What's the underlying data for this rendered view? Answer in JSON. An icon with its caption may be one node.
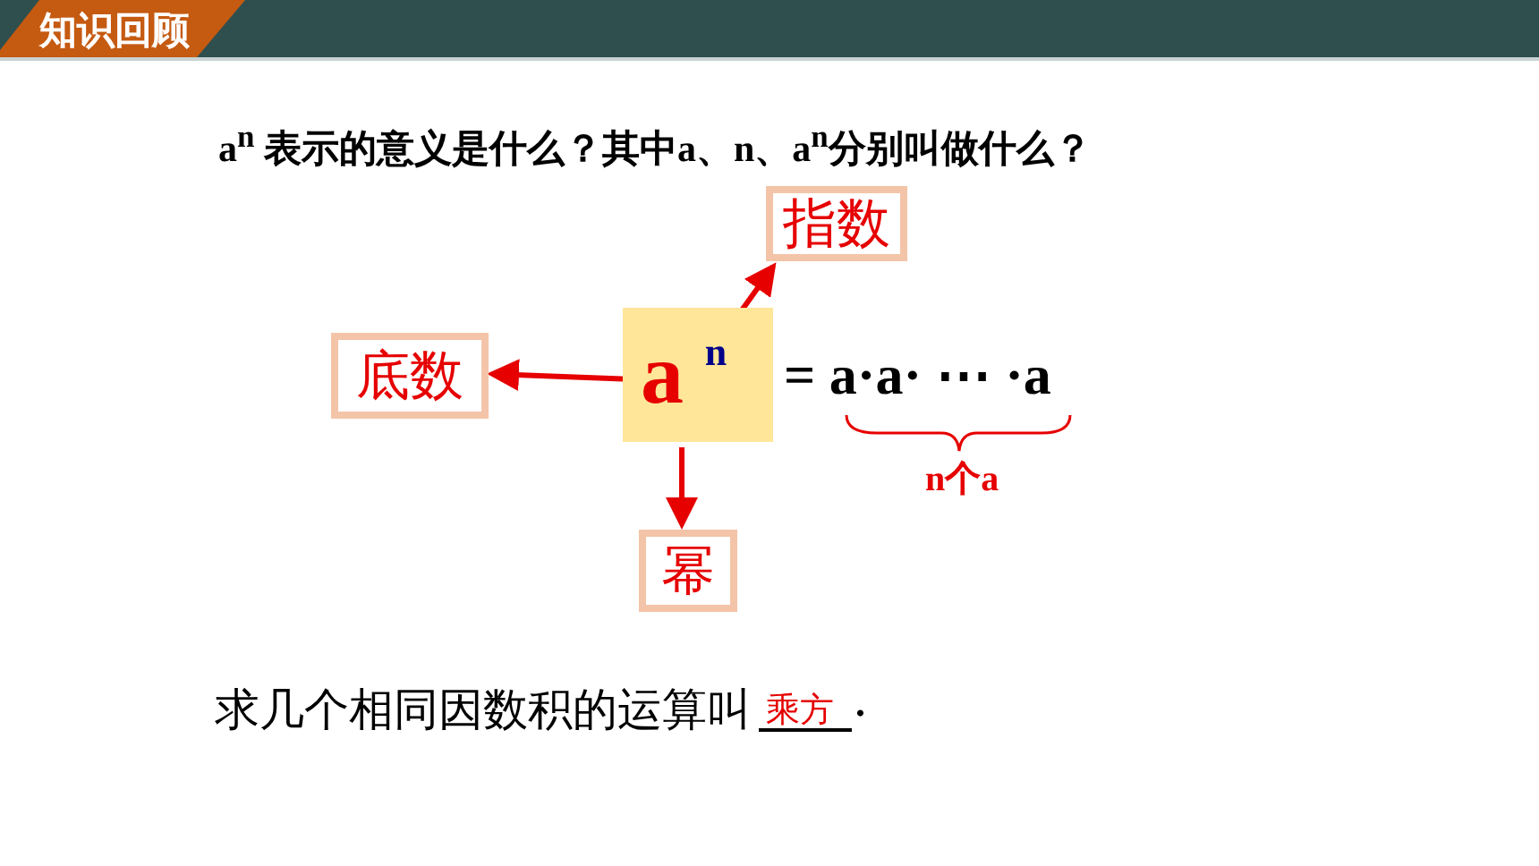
{
  "diagram": {
    "title": "知识回顾",
    "nodes": [
      {
        "text": [],
        "shape": "box"
      },
      {
        "text": [
          "a"
        ],
        "in": 0
      },
      {
        "text": [
          "n"
        ],
        "in": 0
      },
      {
        "text": [
          "指数"
        ]
      },
      {
        "text": [
          "底数"
        ]
      },
      {
        "text": [
          "幂"
        ]
      }
    ],
    "edges": [
      {
        "from": 1,
        "to": 4,
        "arrow": "to"
      },
      {
        "from": 2,
        "to": 3,
        "arrow": "to"
      },
      {
        "from": 0,
        "to": 5,
        "arrow": "to"
      }
    ],
    "labels": [
      "a$^{n}$ 表示的意义是什么？其中a、n、a$^{n}$分别叫做什么？",
      "= a·a· ⋯ ·a",
      "n个a",
      "求几个相同因数积的运算叫",
      "乘方",
      "."
    ]
  }
}
